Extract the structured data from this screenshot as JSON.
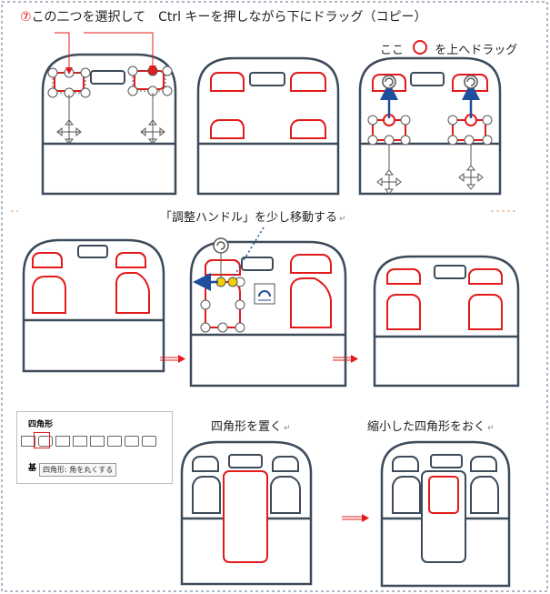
{
  "step1": {
    "number": "⑦",
    "text": "この二つを選択して　Ctrl キーを押しながら下にドラッグ（コピー）"
  },
  "hint_drag_up": {
    "prefix": "ここ",
    "suffix": "を上へドラッグ"
  },
  "hint_adjust": "「調整ハンドル」を少し移動する",
  "shape_popup": {
    "title": "四角形",
    "partial_label": "基",
    "tooltip": "四角形: 角を丸くする"
  },
  "place_rect": "四角形を置く",
  "place_small_rect": "縮小した四角形をおく",
  "return_mark": "↵",
  "colors": {
    "accent": "#e31b1b",
    "frame": "#3c4a5a",
    "dash": "#5a6f8f",
    "handle_yellow": "#f5d000",
    "handle_blue": "#1f4e9c"
  },
  "icons": [
    "move-cross-icon",
    "rotate-handle-icon",
    "arrow-right-icon",
    "adjust-handle-icon",
    "rounded-rect-icon"
  ]
}
